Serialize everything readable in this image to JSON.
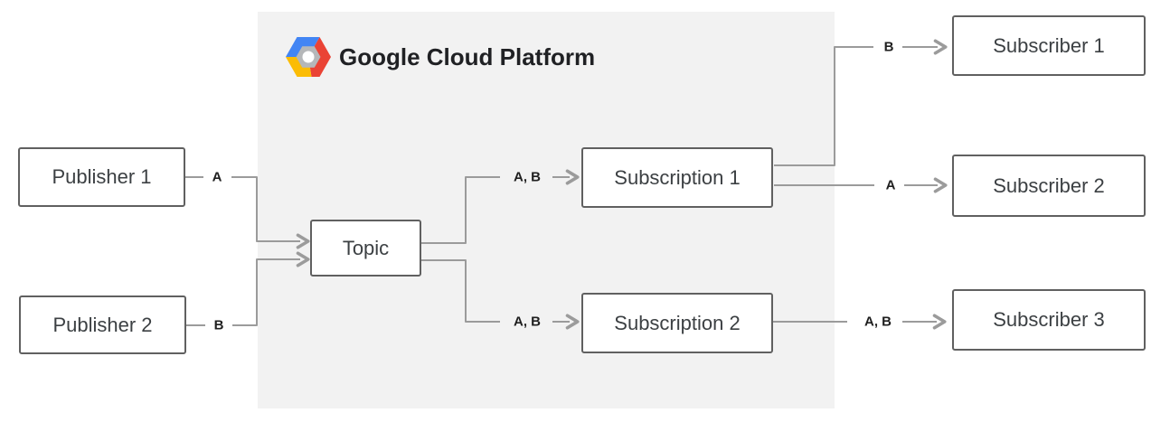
{
  "diagram": {
    "header": {
      "title": "Google Cloud Platform",
      "logo_icon": "google-cloud-platform-logo"
    },
    "nodes": {
      "publisher1": {
        "label": "Publisher 1"
      },
      "publisher2": {
        "label": "Publisher 2"
      },
      "topic": {
        "label": "Topic"
      },
      "subscription1": {
        "label": "Subscription 1"
      },
      "subscription2": {
        "label": "Subscription 2"
      },
      "subscriber1": {
        "label": "Subscriber 1"
      },
      "subscriber2": {
        "label": "Subscriber 2"
      },
      "subscriber3": {
        "label": "Subscriber 3"
      }
    },
    "edges": {
      "publisher1_to_topic": {
        "label": "A"
      },
      "publisher2_to_topic": {
        "label": "B"
      },
      "topic_to_subscription1": {
        "label": "A, B"
      },
      "topic_to_subscription2": {
        "label": "A, B"
      },
      "subscription1_to_subscriber1": {
        "label": "B"
      },
      "subscription1_to_subscriber2": {
        "label": "A"
      },
      "subscription2_to_subscriber3": {
        "label": "A, B"
      }
    },
    "colors": {
      "connector": "#9b9b9b",
      "box_border": "#606060",
      "panel_background": "#f2f2f2",
      "label_text": "#1f1f1f",
      "node_text": "#3c4043",
      "logo_blue": "#4285f4",
      "logo_red": "#ea4335",
      "logo_yellow": "#fbbc05",
      "logo_gray": "#b5b7b9",
      "logo_white": "#ffffff"
    }
  }
}
